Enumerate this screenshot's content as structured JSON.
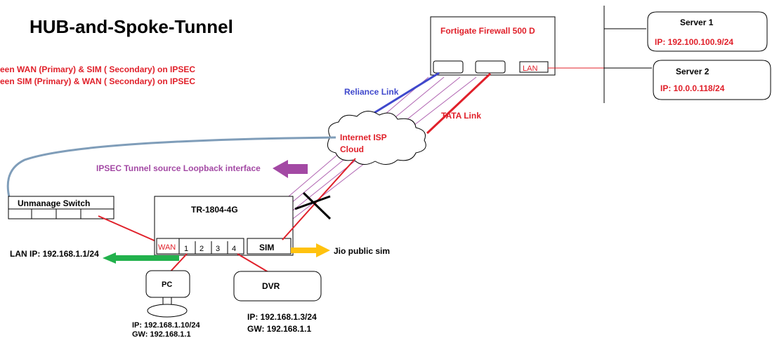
{
  "title": "HUB-and-Spoke-Tunnel",
  "notes": [
    "een WAN (Primary) & SIM ( Secondary) on IPSEC",
    "een SIM (Primary) & WAN ( Secondary) on IPSEC"
  ],
  "firewall": {
    "label": "Fortigate Firewall 500 D",
    "lan_port": "LAN"
  },
  "server1": {
    "name": "Server 1",
    "ip": "IP: 192.100.100.9/24"
  },
  "server2": {
    "name": "Server 2",
    "ip": "IP: 10.0.0.118/24"
  },
  "links": {
    "reliance": "Reliance Link",
    "tata": "TATA Link"
  },
  "cloud": {
    "line1": "Internet ISP",
    "line2": "Cloud"
  },
  "tunnel_label": "IPSEC Tunnel source Loopback interface",
  "switch": {
    "label": "Unmanage Switch"
  },
  "router": {
    "label": "TR-1804-4G",
    "wan": "WAN",
    "ports": [
      "1",
      "2",
      "3",
      "4"
    ],
    "sim": "SIM"
  },
  "jio_label": "Jio public sim",
  "lan_ip": "LAN IP: 192.168.1.1/24",
  "pc": {
    "label": "PC",
    "ip": "IP: 192.168.1.10/24",
    "gw": "GW: 192.168.1.1"
  },
  "dvr": {
    "label": "DVR",
    "ip": "IP: 192.168.1.3/24",
    "gw": "GW: 192.168.1.1"
  },
  "colors": {
    "red": "#e0202a",
    "blue": "#3f48cc",
    "purple": "#a349a4",
    "steel": "#7f9db9",
    "green": "#22b14c",
    "gold": "#ffc20e",
    "text_red": "#e0202a"
  }
}
